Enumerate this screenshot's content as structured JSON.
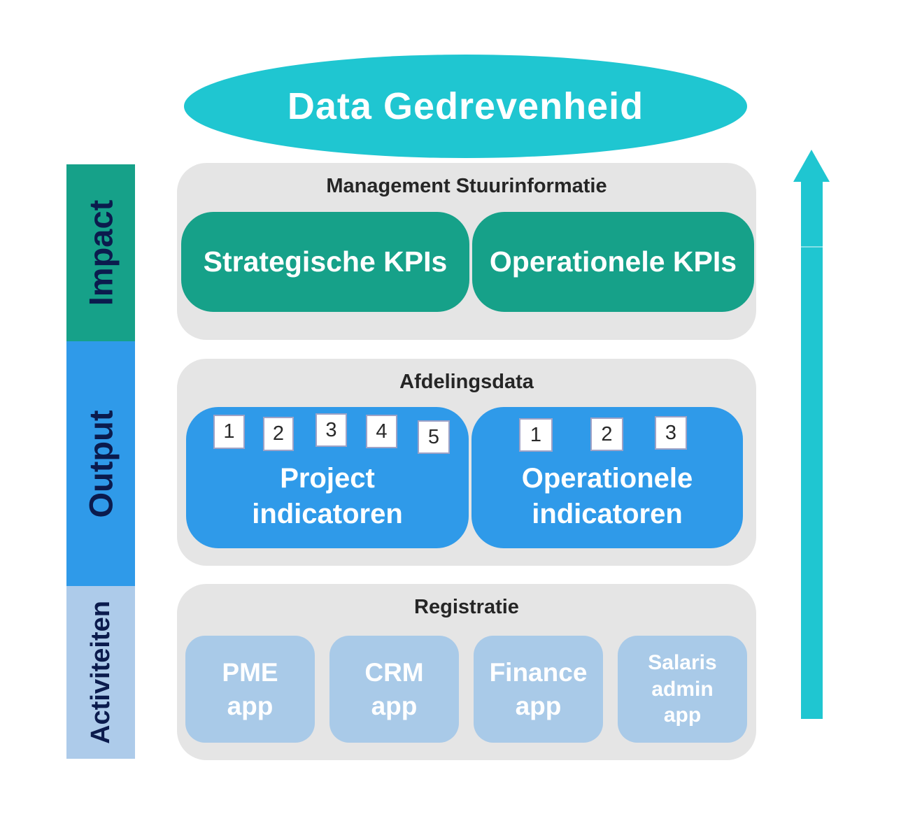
{
  "diagram": {
    "title": "Data Gedrevenheid",
    "side_labels": [
      {
        "label": "Impact",
        "color": "#16A189"
      },
      {
        "label": "Output",
        "color": "#2F9AE9"
      },
      {
        "label": "Activiteiten",
        "color": "#ADCBEA"
      }
    ],
    "arrow": {
      "meaning": "upward-flow-arrow",
      "color": "#1FC6D1"
    },
    "sections": [
      {
        "header": "Management Stuurinformatie",
        "box_color": "#16A189",
        "boxes": [
          {
            "label": "Strategische KPIs"
          },
          {
            "label": "Operationele KPIs"
          }
        ]
      },
      {
        "header": "Afdelingsdata",
        "box_color": "#2F9AE9",
        "boxes": [
          {
            "lines": [
              "Project",
              "indicatoren"
            ],
            "chips": [
              "1",
              "2",
              "3",
              "4",
              "5"
            ]
          },
          {
            "lines": [
              "Operationele",
              "indicatoren"
            ],
            "chips": [
              "1",
              "2",
              "3"
            ]
          }
        ]
      },
      {
        "header": "Registratie",
        "box_color": "#A9CAE8",
        "boxes": [
          {
            "lines": [
              "PME",
              "app"
            ]
          },
          {
            "lines": [
              "CRM",
              "app"
            ]
          },
          {
            "lines": [
              "Finance",
              "app"
            ]
          },
          {
            "lines": [
              "Salaris",
              "admin",
              "app"
            ]
          }
        ]
      }
    ],
    "colors": {
      "accent_cyan": "#1FC6D1",
      "green": "#16A189",
      "blue": "#2F9AE9",
      "light_blue": "#A9CAE8",
      "section_gray": "#E5E5E5",
      "navy_text": "#0B1B4D",
      "header_text": "#262626"
    }
  }
}
